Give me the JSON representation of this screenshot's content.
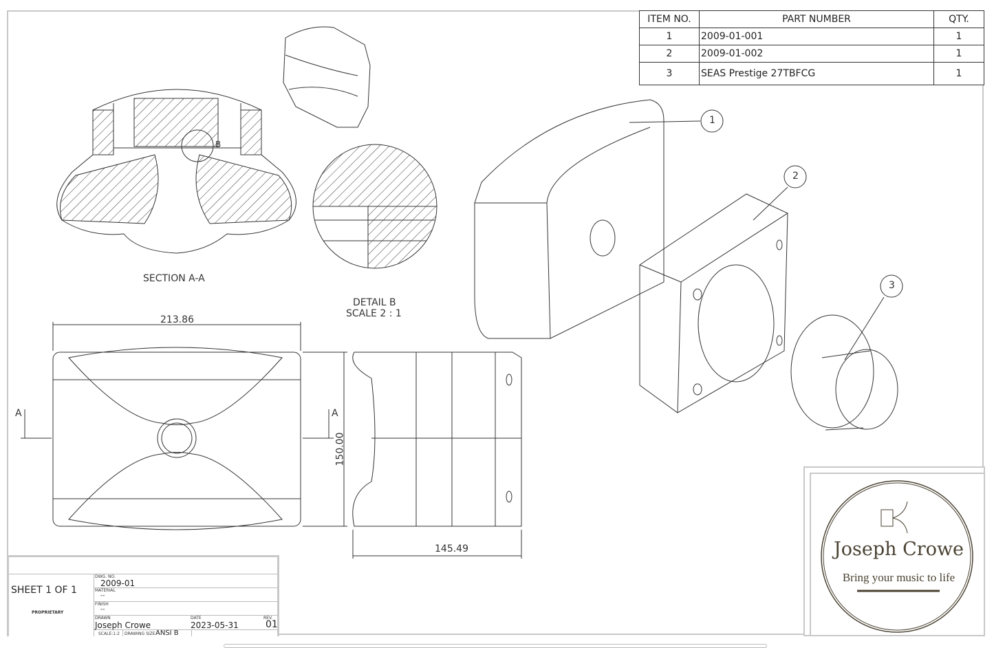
{
  "bom": {
    "headers": [
      "ITEM NO.",
      "PART NUMBER",
      "QTY."
    ],
    "rows": [
      [
        "1",
        "2009-01-001",
        "1"
      ],
      [
        "2",
        "2009-01-002",
        "1"
      ],
      [
        "3",
        "SEAS Prestige 27TBFCG",
        "1"
      ]
    ]
  },
  "views": {
    "section_label": "SECTION A-A",
    "detail_label": "DETAIL B",
    "detail_scale": "SCALE 2 : 1",
    "detail_marker": "B",
    "section_marker_left": "A",
    "section_marker_right": "A"
  },
  "dimensions": {
    "width": "213.86",
    "height": "150.00",
    "depth": "145.49"
  },
  "balloons": [
    "1",
    "2",
    "3"
  ],
  "title_block": {
    "sheet": "SHEET 1 OF 1",
    "proprietary": "PROPRIETARY",
    "dwg_no_label": "DWG. NO.",
    "dwg_no": "2009-01",
    "material_label": "MATERIAL",
    "material": "--",
    "finish_label": "FINISH",
    "finish": "--",
    "drawn_label": "DRAWN",
    "drawn": "Joseph Crowe",
    "date_label": "DATE",
    "date": "2023-05-31",
    "rev_label": "REV.",
    "rev": "01",
    "scale": "SCALE:1:2",
    "size_label": "DRAWING SIZE",
    "size": "ANSI B"
  },
  "logo": {
    "name": "Joseph Crowe",
    "tagline": "Bring your music to life",
    "color": "#4a4232"
  }
}
